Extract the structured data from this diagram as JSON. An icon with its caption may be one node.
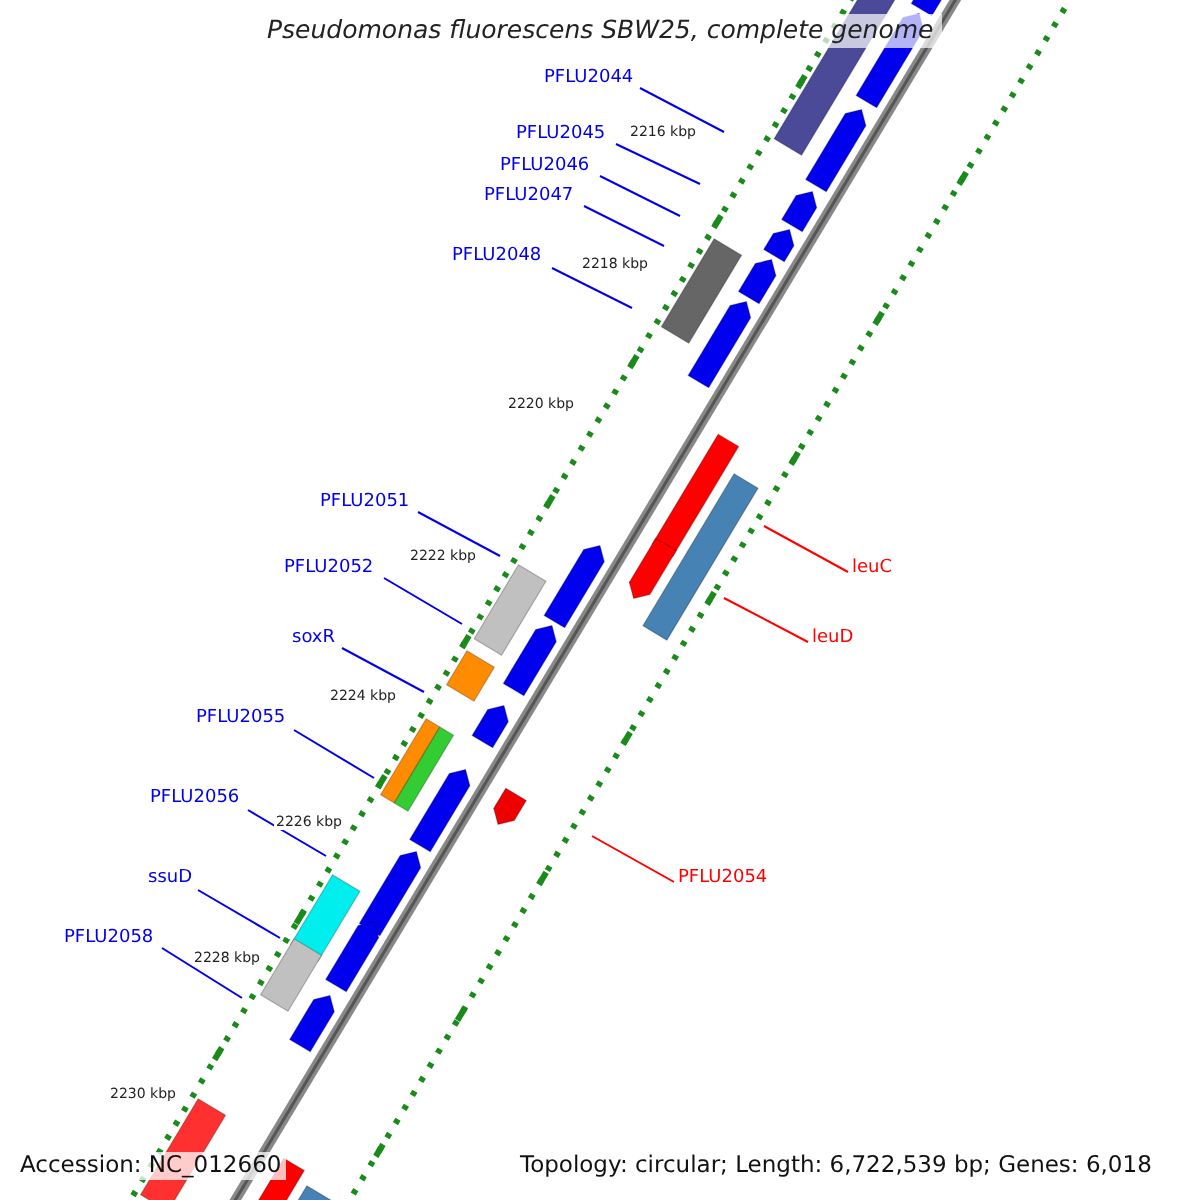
{
  "diagram": {
    "title": "Pseudomonas fluorescens SBW25, complete genome",
    "nodes": [
      {
        "text": [
          "PFLU2044"
        ]
      },
      {
        "text": [
          "PFLU2045"
        ]
      },
      {
        "text": [
          "PFLU2046"
        ]
      },
      {
        "text": [
          "PFLU2047"
        ]
      },
      {
        "text": [
          "PFLU2048"
        ]
      },
      {
        "text": [
          "PFLU2051"
        ]
      },
      {
        "text": [
          "leuC"
        ]
      },
      {
        "text": [
          "PFLU2052"
        ]
      },
      {
        "text": [
          "leuD"
        ]
      },
      {
        "text": [
          "soxR"
        ]
      },
      {
        "text": [
          "PFLU2055"
        ]
      },
      {
        "text": [
          "PFLU2056"
        ]
      },
      {
        "text": [
          "PFLU2054"
        ]
      },
      {
        "text": [
          "ssuD"
        ]
      },
      {
        "text": [
          "PFLU2058"
        ]
      }
    ],
    "edges": [
      {
        "from": 0,
        "to": null,
        "arrow": "none"
      },
      {
        "from": 1,
        "to": null,
        "arrow": "none"
      },
      {
        "from": 2,
        "to": null,
        "arrow": "none"
      },
      {
        "from": 3,
        "to": null,
        "arrow": "none"
      },
      {
        "from": 4,
        "to": null,
        "arrow": "none"
      },
      {
        "from": 5,
        "to": null,
        "arrow": "none"
      },
      {
        "from": 6,
        "to": null,
        "arrow": "none",
        "color": "#ff0000"
      },
      {
        "from": 7,
        "to": null,
        "arrow": "none"
      },
      {
        "from": 8,
        "to": null,
        "arrow": "none",
        "color": "#ff0000"
      },
      {
        "from": 9,
        "to": null,
        "arrow": "none"
      },
      {
        "from": 10,
        "to": null,
        "arrow": "none"
      },
      {
        "from": 11,
        "to": null,
        "arrow": "none"
      },
      {
        "from": 12,
        "to": null,
        "arrow": "none",
        "color": "#ff0000"
      },
      {
        "from": 13,
        "to": null,
        "arrow": "none"
      },
      {
        "from": 14,
        "to": null,
        "arrow": "none"
      }
    ],
    "labels": [
      "2216 kbp",
      "2218 kbp",
      "2220 kbp",
      "2222 kbp",
      "2224 kbp",
      "2226 kbp",
      "2228 kbp",
      "2230 kbp",
      "Accession: NC_012660",
      "Topology: circular; Length: 6,722,539 bp; Genes: 6,018"
    ]
  }
}
